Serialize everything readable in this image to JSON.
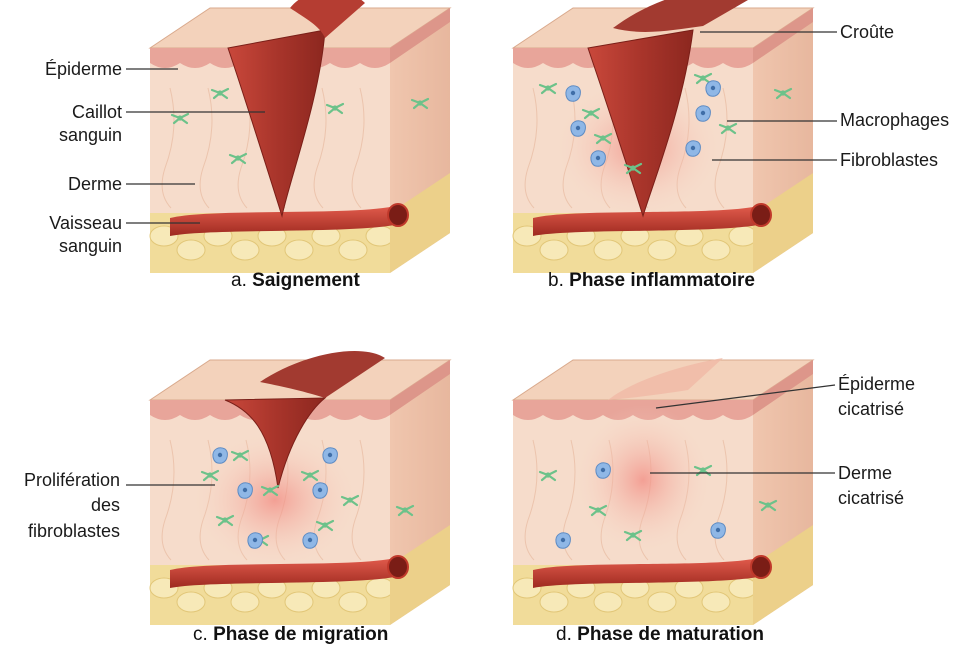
{
  "panels": {
    "a": {
      "letter": "a.",
      "title": "Saignement"
    },
    "b": {
      "letter": "b.",
      "title": "Phase inflammatoire"
    },
    "c": {
      "letter": "c.",
      "title": "Phase de migration"
    },
    "d": {
      "letter": "d.",
      "title": "Phase de maturation"
    }
  },
  "labels": {
    "epiderme": "Épiderme",
    "caillot_1": "Caillot",
    "caillot_2": "sanguin",
    "derme": "Derme",
    "vaisseau_1": "Vaisseau",
    "vaisseau_2": "sanguin",
    "croute": "Croûte",
    "macrophages": "Macrophages",
    "fibroblastes": "Fibroblastes",
    "proliferation_1": "Prolifération",
    "proliferation_2": "des",
    "proliferation_3": "fibroblastes",
    "epiderme_cicatrise_1": "Épiderme",
    "epiderme_cicatrise_2": "cicatrisé",
    "derme_cicatrise_1": "Derme",
    "derme_cicatrise_2": "cicatrisé"
  },
  "colors": {
    "skin_top": "#f3d2bb",
    "epidermis": "#e8a59a",
    "dermis": "#f6dccb",
    "fat": "#f1dc9a",
    "vessel": "#c0392b",
    "clot": "#a8362e",
    "macrophage": "#8fb7e6",
    "fibroblast": "#6cc28a"
  }
}
